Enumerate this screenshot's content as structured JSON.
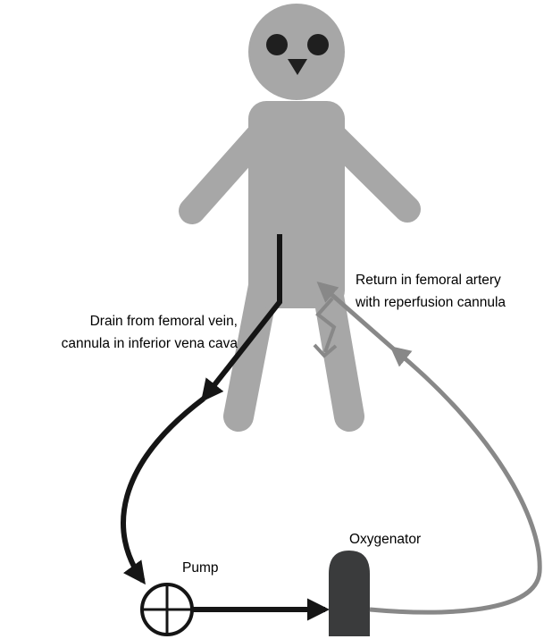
{
  "labels": {
    "return_line1": "Return in femoral artery",
    "return_line2": "with reperfusion cannula",
    "drain_line1": "Drain from femoral vein,",
    "drain_line2": "cannula in inferior vena cava",
    "pump": "Pump",
    "oxygenator": "Oxygenator"
  },
  "colors": {
    "body": "#a7a7a7",
    "features": "#1f1f1f",
    "venous_line": "#151515",
    "arterial_line": "#888888",
    "oxygenator": "#3a3b3c",
    "background": "#ffffff"
  }
}
